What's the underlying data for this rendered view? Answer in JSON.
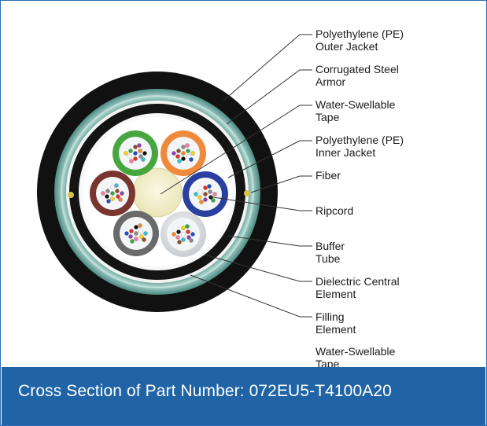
{
  "callouts": {
    "outer_jacket": "Polyethylene (PE)\nOuter Jacket",
    "armor": "Corrugated Steel\nArmor",
    "swell_tape_1": "Water-Swellable\nTape",
    "inner_jacket": "Polyethylene (PE)\nInner Jacket",
    "fiber": "Fiber",
    "ripcord": "Ripcord",
    "buffer_tube": "Buffer\nTube",
    "central_element": "Dielectric Central\nElement",
    "filling_element": "Filling\nElement",
    "swell_tape_2": "Water-Swellable\nTape"
  },
  "caption": "Cross Section of Part Number: 072EU5-T4100A20",
  "colors": {
    "caption_bg": "#2064a6",
    "outer_jacket": "#111111",
    "armor": "#5f9c93",
    "tube_green": "#47a640",
    "tube_orange": "#ef8a3c",
    "tube_blue": "#2a40a0",
    "tube_brown": "#7a3530",
    "tube_gray": "#6a6a6a",
    "tube_white": "#e2e4e6",
    "central_element": "#f3f0cc"
  }
}
